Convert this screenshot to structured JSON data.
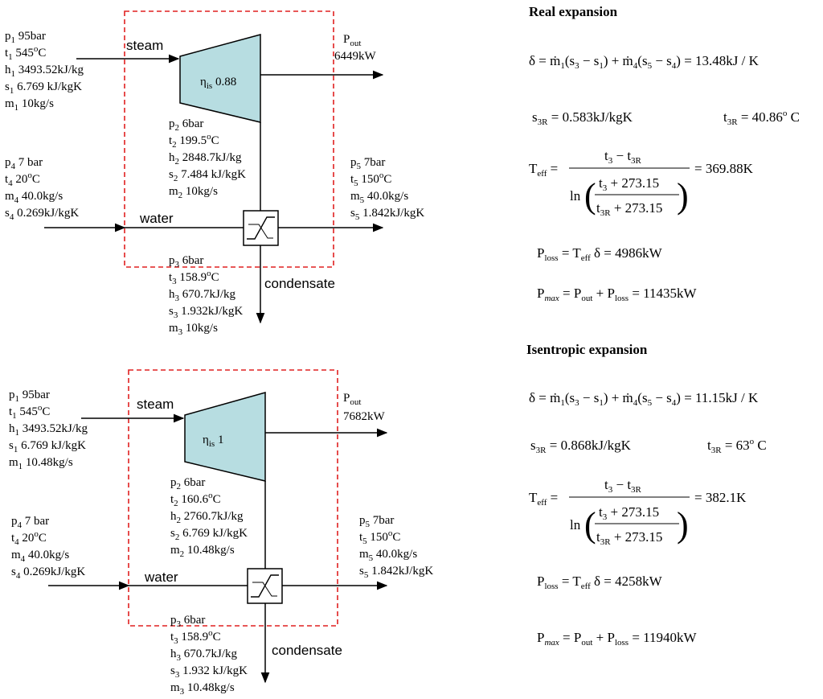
{
  "diagram_real": {
    "steam_label": "steam",
    "water_label": "water",
    "condensate_label": "condensate",
    "eta": "0.88",
    "pout": "6449kW",
    "in1": {
      "p": "95bar",
      "t": "545",
      "h": "3493.52kJ/kg",
      "s": "6.769 kJ/kgK",
      "m": "10kg/s"
    },
    "out2": {
      "p": "6bar",
      "t": "199.5",
      "h": "2848.7kJ/kg",
      "s": "7.484 kJ/kgK",
      "m": "10kg/s"
    },
    "in4": {
      "p": "7 bar",
      "t": "20",
      "m": "40.0kg/s",
      "s": "0.269kJ/kgK"
    },
    "out5": {
      "p": "7bar",
      "t": "150",
      "m": "40.0kg/s",
      "s": "1.842kJ/kgK"
    },
    "out3": {
      "p": "6bar",
      "t": "158.9",
      "h": "670.7kJ/kg",
      "s": "1.932kJ/kgK",
      "m": "10kg/s"
    }
  },
  "diagram_isen": {
    "steam_label": "steam",
    "water_label": "water",
    "condensate_label": "condensate",
    "eta": "1",
    "pout": "7682kW",
    "in1": {
      "p": "95bar",
      "t": "545",
      "h": "3493.52kJ/kg",
      "s": "6.769 kJ/kgK",
      "m": "10.48kg/s"
    },
    "out2": {
      "p": "6bar",
      "t": "160.6",
      "h": "2760.7kJ/kg",
      "s": "6.769 kJ/kgK",
      "m": "10.48kg/s"
    },
    "in4": {
      "p": "7 bar",
      "t": "20",
      "m": "40.0kg/s",
      "s": "0.269kJ/kgK"
    },
    "out5": {
      "p": "7bar",
      "t": "150",
      "m": "40.0kg/s",
      "s": "1.842kJ/kgK"
    },
    "out3": {
      "p": "6bar",
      "t": "158.9",
      "h": "670.7kJ/kg",
      "s": "1.932 kJ/kgK",
      "m": "10.48kg/s"
    }
  },
  "real": {
    "title": "Real expansion",
    "delta": "13.48kJ / K",
    "s3r": "0.583kJ/kgK",
    "t3r": "40.86",
    "teff": "369.88K",
    "ploss": "4986kW",
    "pmax": "11435kW"
  },
  "isen": {
    "title": "Isentropic expansion",
    "delta": "11.15kJ / K",
    "s3r": "0.868kJ/kgK",
    "t3r": "63",
    "teff": "382.1K",
    "ploss": "4258kW",
    "pmax": "11940kW"
  },
  "consts": {
    "k": "273.15"
  }
}
